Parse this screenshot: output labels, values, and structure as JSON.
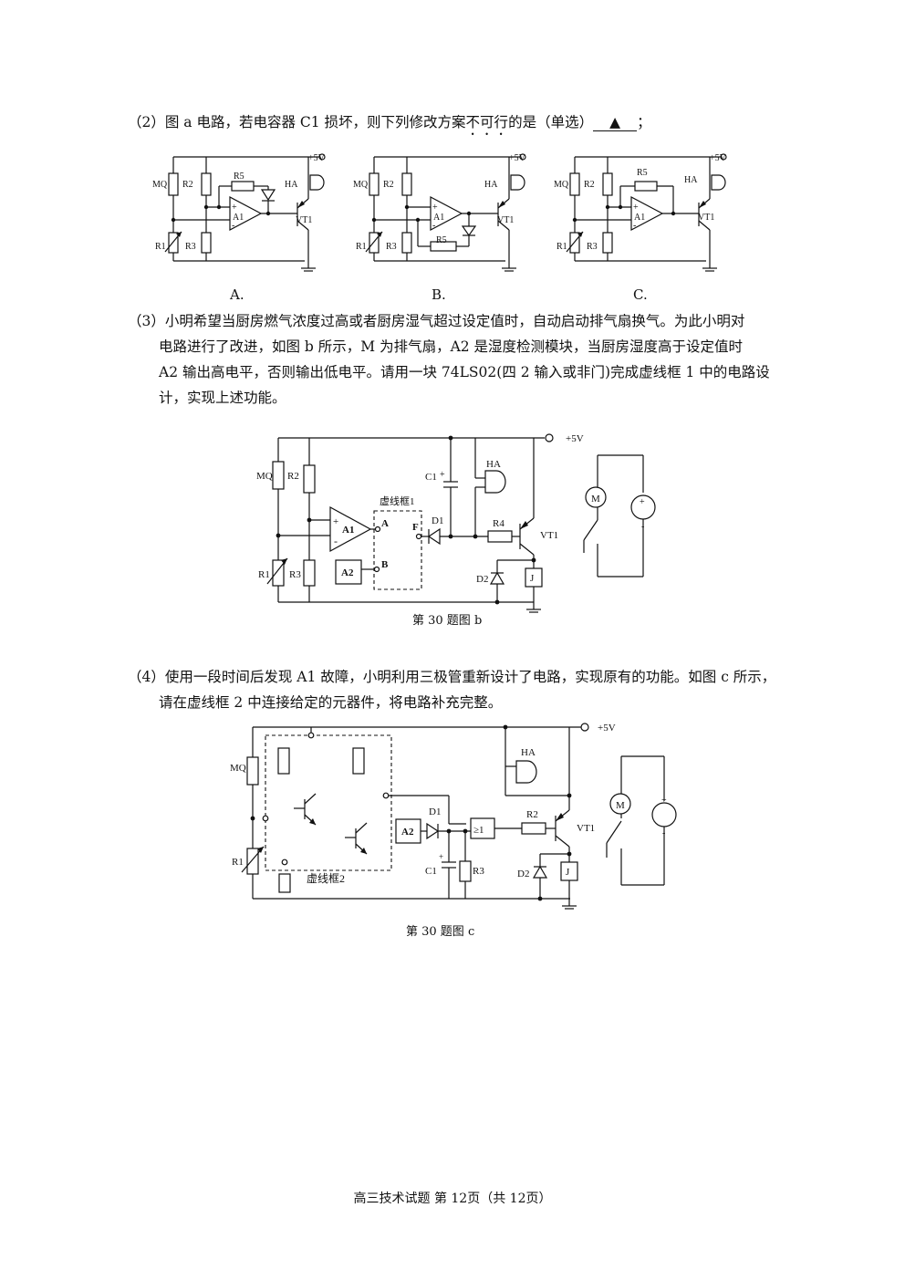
{
  "question2": {
    "prefix": "（2）图 a 电路，若电容器 C1 损坏，则下列修改方案",
    "emphasis": "不可行",
    "suffix": "的是（单选）",
    "answer_marker": "▲",
    "end": "；"
  },
  "options": [
    "A.",
    "B.",
    "C."
  ],
  "question3": {
    "line1": "（3）小明希望当厨房燃气浓度过高或者厨房湿气超过设定值时，自动启动排气扇换气。为此小明对",
    "line2": "电路进行了改进，如图 b 所示，M 为排气扇，A2 是湿度检测模块，当厨房湿度高于设定值时",
    "line3": "A2 输出高电平，否则输出低电平。请用一块 74LS02(四 2 输入或非门)完成虚线框 1 中的电路设",
    "line4": "计，实现上述功能。"
  },
  "question4": {
    "line1": "（4）使用一段时间后发现 A1 故障，小明利用三极管重新设计了电路，实现原有的功能。如图 c 所示，",
    "line2": "请在虚线框 2 中连接给定的元器件，将电路补充完整。"
  },
  "labels": {
    "vcc": "+5V",
    "mq": "MQ",
    "r1": "R1",
    "r2": "R2",
    "r3": "R3",
    "r4": "R4",
    "r5": "R5",
    "a1": "A1",
    "a2": "A2",
    "ha": "HA",
    "vt1": "VT1",
    "c1": "C1",
    "d1": "D1",
    "d2": "D2",
    "j": "J",
    "m": "M",
    "pin_a": "A",
    "pin_b": "B",
    "pin_f": "F",
    "box1": "虚线框1",
    "box2": "虚线框2",
    "nor": "≥1",
    "plus": "+",
    "minus": "-"
  },
  "captions": {
    "fig_b": "第 30 题图 b",
    "fig_c": "第 30 题图 c"
  },
  "footer": "高三技术试题  第 12页（共 12页）"
}
